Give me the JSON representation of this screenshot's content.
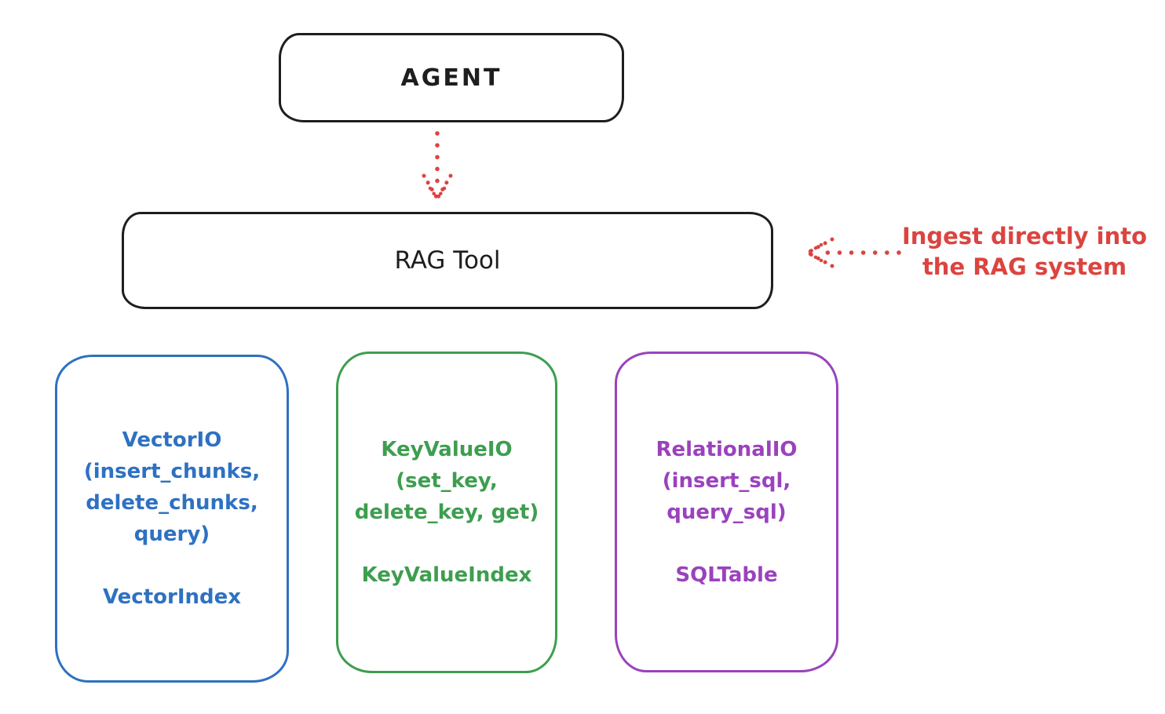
{
  "diagram": {
    "background": "#ffffff",
    "colors": {
      "stroke_black": "#1e1e1e",
      "arrow_red": "#db4440",
      "vector_blue": "#2e71c2",
      "keyvalue_green": "#3d9e4f",
      "relational_purple": "#9a42bd"
    },
    "agent_box": {
      "label": "AGENT"
    },
    "rag_box": {
      "label": "RAG Tool"
    },
    "ingest_annotation": {
      "text": "Ingest directly into\nthe RAG system"
    },
    "arrows": [
      {
        "name": "agent-to-rag",
        "style": "dotted",
        "color": "#db4440",
        "direction": "down"
      },
      {
        "name": "ingest-into-rag",
        "style": "dotted",
        "color": "#db4440",
        "direction": "left"
      }
    ],
    "storage_boxes": [
      {
        "name": "vector-io",
        "color": "#2e71c2",
        "io_label": "VectorIO\n(insert_chunks,\ndelete_chunks,\nquery)",
        "index_label": "VectorIndex"
      },
      {
        "name": "key-value-io",
        "color": "#3d9e4f",
        "io_label": "KeyValueIO\n(set_key,\ndelete_key, get)",
        "index_label": "KeyValueIndex"
      },
      {
        "name": "relational-io",
        "color": "#9a42bd",
        "io_label": "RelationalIO\n(insert_sql,\nquery_sql)",
        "index_label": "SQLTable"
      }
    ]
  }
}
